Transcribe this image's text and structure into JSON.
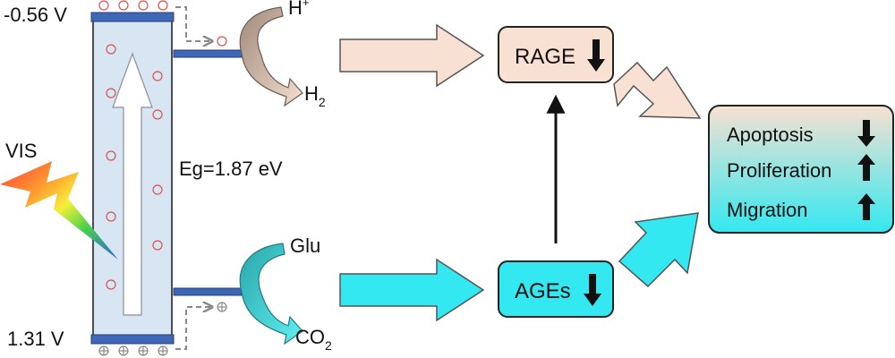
{
  "semiconductor": {
    "cb_potential": "-0.56 V",
    "vb_potential": "1.31 V",
    "bandgap": "Eg=1.87 eV",
    "light": "VIS"
  },
  "reduction": {
    "reactant": "H",
    "reactant_sup": "+",
    "product": "H",
    "product_sub": "2"
  },
  "oxidation": {
    "reactant": "Glu",
    "product": "CO",
    "product_sub": "2"
  },
  "boxes": {
    "rage": "RAGE",
    "ages": "AGEs"
  },
  "outcomes": [
    {
      "label": "Apoptosis",
      "direction": "down"
    },
    {
      "label": "Proliferation",
      "direction": "up"
    },
    {
      "label": "Migration",
      "direction": "up"
    }
  ],
  "colors": {
    "peach": "#f8e1d2",
    "cyan": "#33e8f0",
    "band_blue": "#3f67b8",
    "crystal_fill": "#d8e6f3",
    "electron": "#d9534f"
  }
}
